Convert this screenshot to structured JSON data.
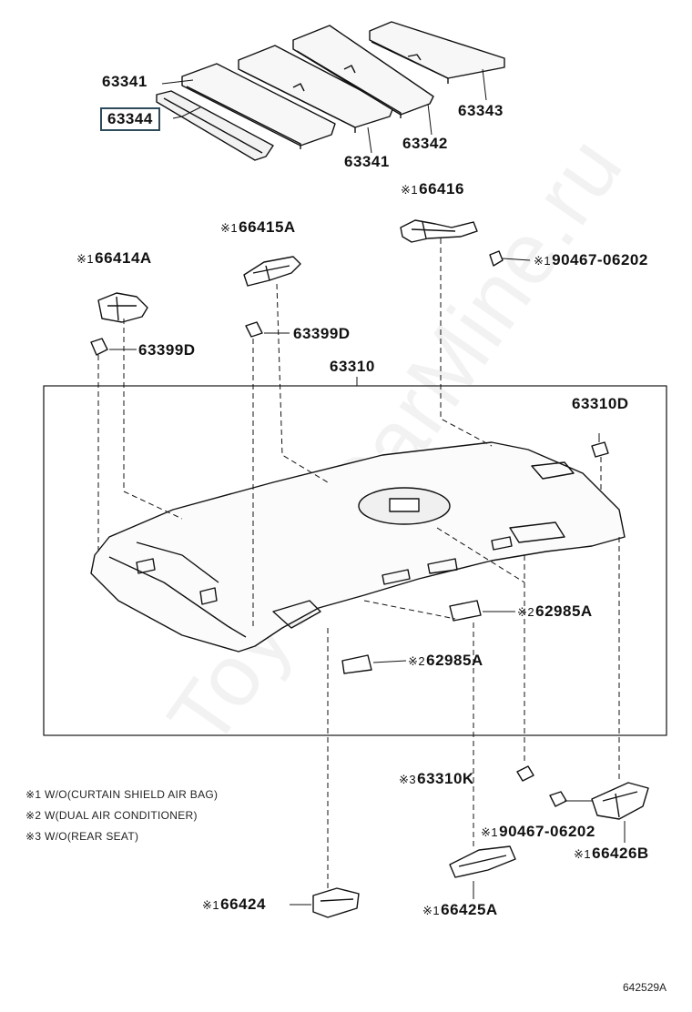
{
  "watermark": "ToyotaCarMine.ru",
  "labels": {
    "p63341a": "63341",
    "p63344": "63344",
    "p63341b": "63341",
    "p63342": "63342",
    "p63343": "63343",
    "p66416": "66416",
    "p90467a": "90467-06202",
    "p66415A": "66415A",
    "p66414A": "66414A",
    "p63399Da": "63399D",
    "p63399Db": "63399D",
    "p63310": "63310",
    "p63310D": "63310D",
    "p62985Aa": "62985A",
    "p62985Ab": "62985A",
    "p63310K": "63310K",
    "p90467b": "90467-06202",
    "p66426B": "66426B",
    "p66424": "66424",
    "p66425A": "66425A"
  },
  "marks": {
    "m1": "※1",
    "m2": "※2",
    "m3": "※3"
  },
  "highlighted_part": "63344",
  "notes": [
    "※1 W/O(CURTAIN SHIELD AIR BAG)",
    "※2 W(DUAL AIR CONDITIONER)",
    "※3 W/O(REAR SEAT)"
  ],
  "diagram_code": "642529A"
}
